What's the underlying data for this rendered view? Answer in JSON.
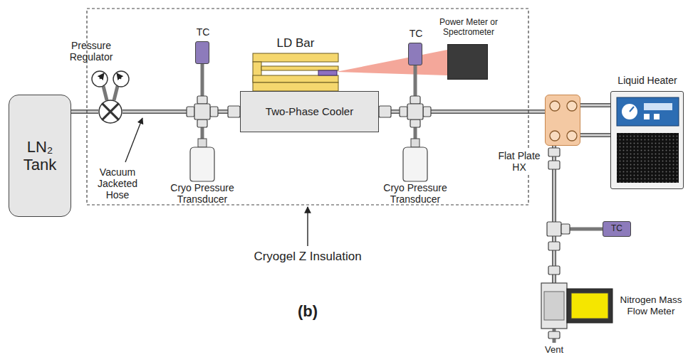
{
  "diagram": {
    "nodes": [
      {
        "text": [
          "LN₂ Tank"
        ]
      },
      {
        "text": [
          "Pressure Regulator"
        ]
      },
      {
        "text": [
          "TC"
        ]
      },
      {
        "text": [
          "Cryo Pressure Transducer"
        ]
      },
      {
        "text": [
          "LD Bar"
        ]
      },
      {
        "text": [
          "Two-Phase Cooler"
        ]
      },
      {
        "text": [
          "TC"
        ]
      },
      {
        "text": [
          "Power Meter or Spectrometer"
        ]
      },
      {
        "text": [
          "Cryo Pressure Transducer"
        ]
      },
      {
        "text": [
          "Flat Plate HX"
        ]
      },
      {
        "text": [
          "Liquid Heater"
        ]
      },
      {
        "text": [
          "TC"
        ]
      },
      {
        "text": [
          "Nitrogen Mass Flow Meter"
        ]
      }
    ],
    "edges": [
      {
        "from": 0,
        "to": 1,
        "arrow": "none"
      },
      {
        "from": 1,
        "to": 5,
        "arrow": "none"
      },
      {
        "from": 5,
        "to": 9,
        "arrow": "none"
      },
      {
        "from": 9,
        "to": 10,
        "arrow": "none"
      },
      {
        "from": 9,
        "to": 10,
        "arrow": "none"
      },
      {
        "from": 9,
        "to": 12,
        "arrow": "none"
      }
    ],
    "labels": [
      "Vacuum Jacketed Hose",
      "Cryogel Z Insulation",
      "(b)",
      "Vent"
    ]
  }
}
